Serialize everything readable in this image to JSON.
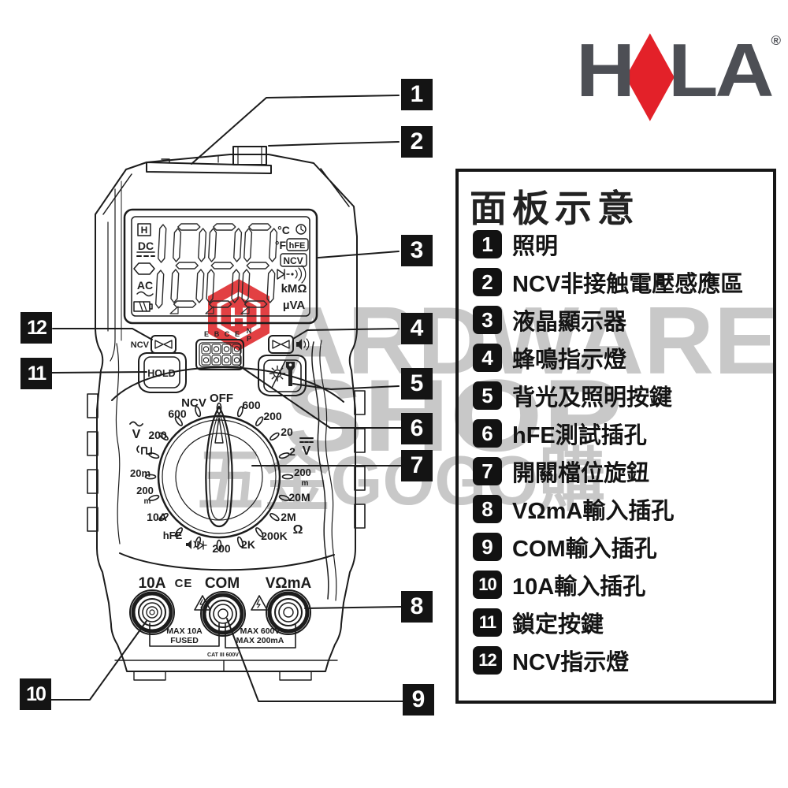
{
  "brand": {
    "h": "H",
    "la": "LA",
    "registered": "®",
    "diamond_color": "#e32129",
    "letter_color": "#4d4f55"
  },
  "watermark": {
    "row1": "ARDWARE",
    "row2": "SHOP",
    "row3": "五金GOGO購",
    "hex_letter": "H",
    "gray": "#c8c8c8",
    "red": "#e24043"
  },
  "legend": {
    "title": "面板示意",
    "items": [
      {
        "num": "1",
        "label": "照明"
      },
      {
        "num": "2",
        "label": "NCV非接触電壓感應區"
      },
      {
        "num": "3",
        "label": "液晶顯示器"
      },
      {
        "num": "4",
        "label": "蜂鳴指示燈"
      },
      {
        "num": "5",
        "label": "背光及照明按鍵"
      },
      {
        "num": "6",
        "label": "hFE測試插孔"
      },
      {
        "num": "7",
        "label": "開關檔位旋鈕"
      },
      {
        "num": "8",
        "label": "VΩmA輸入插孔"
      },
      {
        "num": "9",
        "label": "COM輸入插孔"
      },
      {
        "num": "10",
        "label": "10A輸入插孔"
      },
      {
        "num": "11",
        "label": "鎖定按鍵"
      },
      {
        "num": "12",
        "label": "NCV指示燈"
      }
    ]
  },
  "lcd": {
    "hold": "H",
    "dc": "DC",
    "ac": "AC",
    "deg_c": "°C",
    "deg_f": "°F",
    "hfe": "hFE",
    "ncv": "NCV",
    "kmo": "kMΩ",
    "mva": "µVA"
  },
  "indicators": {
    "ncv": "NCV"
  },
  "buttons": {
    "hold": "HOLD"
  },
  "hfe_socket": {
    "e1": "E",
    "b": "B",
    "c": "C",
    "e2": "E",
    "n": "N",
    "p": "P"
  },
  "dial": {
    "off": "OFF",
    "ncv": "NCV",
    "v600": "600",
    "v200": "200",
    "v20": "20",
    "v2": "2",
    "v_sym": "V",
    "mv200": "200",
    "mv_m": "m",
    "m20": "20M",
    "m2": "2M",
    "k200": "200K",
    "k2": "2K",
    "o200": "200",
    "ohm": "Ω",
    "hfe": "hFE",
    "a10": "10A",
    "ma200": "200",
    "ma_m": "m",
    "ma20": "20m",
    "ac200": "200",
    "ac_v": "V",
    "ac600": "600"
  },
  "jacks": {
    "a10": "10A",
    "ce": "CE",
    "com": "COM",
    "voma": "VΩmA",
    "max_left1": "MAX 10A",
    "max_left2": "FUSED",
    "max_right1": "MAX 600V",
    "max_right2": "MAX 200mA",
    "cat": "CAT III 600V"
  }
}
